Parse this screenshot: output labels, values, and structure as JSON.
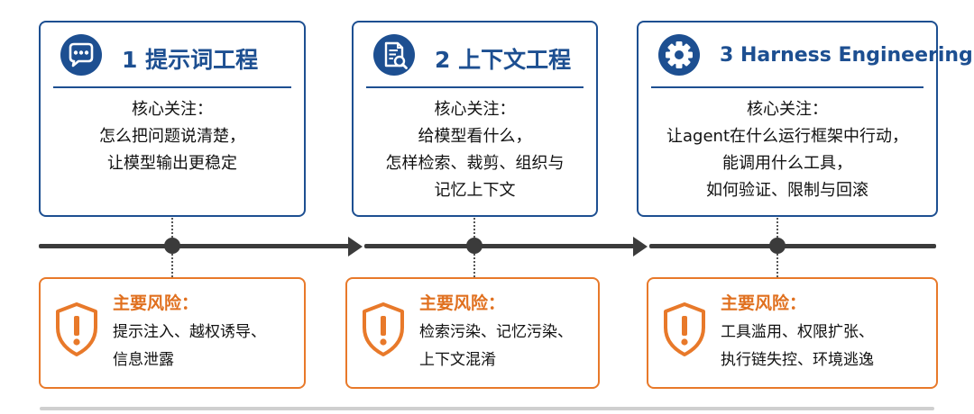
{
  "stages": [
    {
      "icon": "chat-bubble-icon",
      "title": "1 提示词工程",
      "body": [
        "核心关注：",
        "怎么把问题说清楚，",
        "让模型输出更稳定"
      ],
      "risk_title": "主要风险：",
      "risk_lines": [
        "提示注入、越权诱导、",
        "信息泄露"
      ]
    },
    {
      "icon": "document-search-icon",
      "title": "2 上下文工程",
      "body": [
        "核心关注：",
        "给模型看什么，",
        "怎样检索、裁剪、组织与",
        "记忆上下文"
      ],
      "risk_title": "主要风险：",
      "risk_lines": [
        "检索污染、记忆污染、",
        "上下文混淆"
      ]
    },
    {
      "icon": "gear-icon",
      "title": "3 Harness Engineering",
      "body": [
        "核心关注：",
        "让agent在什么运行框架中行动，",
        "能调用什么工具，",
        "如何验证、限制与回滚"
      ],
      "risk_title": "主要风险：",
      "risk_lines": [
        "工具滥用、权限扩张、",
        "执行链失控、环境逃逸"
      ]
    }
  ],
  "colors": {
    "primary": "#1d4f91",
    "accent": "#e8792a",
    "timeline": "#3b3b3b"
  }
}
